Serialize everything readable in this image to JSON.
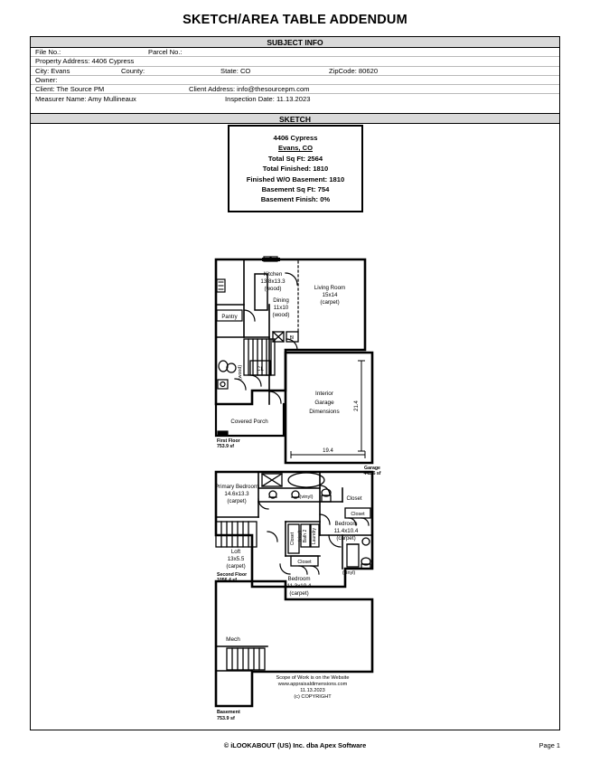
{
  "document": {
    "title": "SKETCH/AREA TABLE ADDENDUM",
    "footer_center": "© iLOOKABOUT (US) Inc. dba Apex Software",
    "footer_page": "Page 1"
  },
  "subject_info": {
    "band_label": "SUBJECT INFO",
    "rows": [
      {
        "f1": "File No.:",
        "f2": "Parcel No.:"
      },
      {
        "f1": "Property Address: 4406 Cypress"
      },
      {
        "f1": "City: Evans",
        "f2": "County:",
        "f3": "State: CO",
        "f4": "ZipCode: 80620"
      },
      {
        "f1": "Owner:"
      },
      {
        "f1": "Client: The Source PM",
        "f2": "Client Address: info@thesourcepm.com"
      },
      {
        "f1": "Measurer Name: Amy Mullineaux",
        "f2": "Inspection Date: 11.13.2023"
      }
    ]
  },
  "sketch_band_label": "SKETCH",
  "summary": {
    "address": "4406 Cypress",
    "city_state": "Evans, CO",
    "total_sq_ft": "Total Sq Ft:  2564",
    "total_finished": "Total Finished:  1810",
    "finished_wo_basement": "Finished W/O Basement:  1810",
    "basement_sq_ft": "Basement Sq Ft:  754",
    "basement_finish": "Basement Finish:  0%"
  },
  "floors": {
    "first": {
      "label": "First Floor",
      "area": "753.9 sf",
      "rooms": [
        {
          "name": "Kitchen",
          "dims": "13.8x13.3",
          "material": "(wood)"
        },
        {
          "name": "Dining",
          "dims": "11x10",
          "material": "(wood)"
        },
        {
          "name": "Living Room",
          "dims": "15x14",
          "material": "(carpet)"
        },
        {
          "name": "Pantry"
        },
        {
          "name": "CL"
        },
        {
          "name": "(wood)"
        },
        {
          "name": "BI"
        },
        {
          "name": "Covered Porch"
        }
      ]
    },
    "garage": {
      "title_line1": "Interior",
      "title_line2": "Garage",
      "title_line3": "Dimensions",
      "width": "19.4",
      "depth": "21.4",
      "label": "Garage",
      "area": "442.6 sf"
    },
    "second": {
      "label": "Second Floor",
      "area": "1056.4 sf",
      "rooms": [
        {
          "name": "Primary Bedroom",
          "dims": "14.6x13.3",
          "material": "(carpet)"
        },
        {
          "name": "Loft",
          "dims": "13x5.5",
          "material": "(carpet)"
        },
        {
          "name": "Bedroom",
          "dims": "11.4x10.4",
          "material": "(carpet)"
        },
        {
          "name": "Bedroom",
          "dims": "11.3x10.4",
          "material": "(carpet)"
        },
        {
          "name": "Closet"
        },
        {
          "name": "Closet"
        },
        {
          "name": "Closet"
        },
        {
          "name": "Closet"
        },
        {
          "name": "Laundry"
        },
        {
          "name": "Bath 2"
        },
        {
          "name": "(vinyl)"
        },
        {
          "name": "(vinyl)"
        },
        {
          "name": "(vinyl)"
        }
      ]
    },
    "basement": {
      "label": "Basement",
      "area": "753.9 sf",
      "rooms": [
        {
          "name": "Mech"
        }
      ],
      "notes": [
        "Scope of Work is on the Website",
        "www.appraisaldimensions.com",
        "11.13.2023",
        "(c) COPYRIGHT"
      ]
    }
  }
}
